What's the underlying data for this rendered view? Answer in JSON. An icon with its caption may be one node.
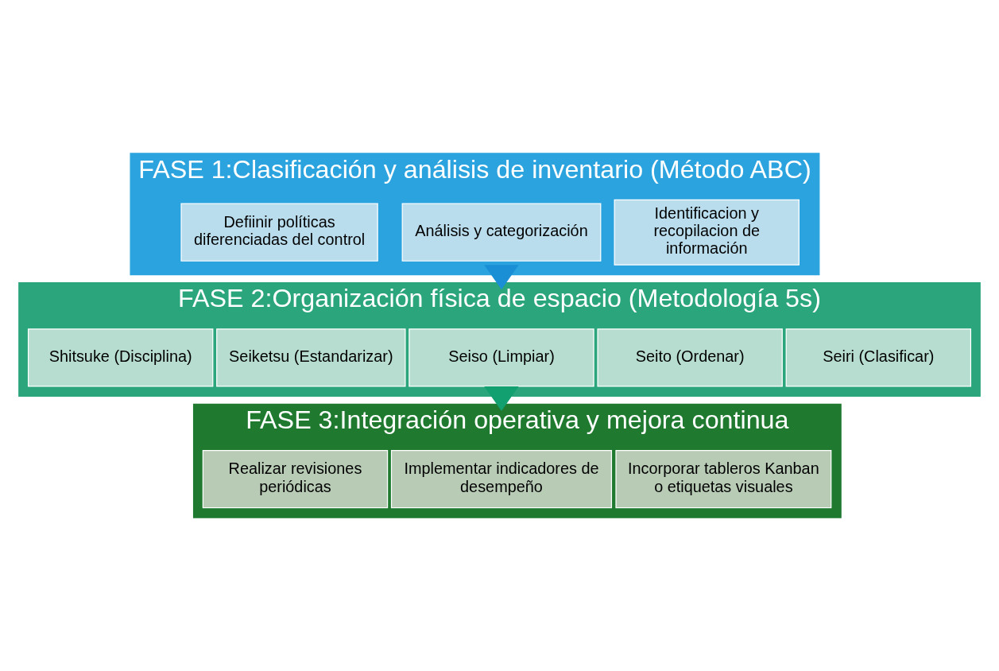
{
  "diagram": {
    "nodes": [
      {
        "text": [
          "FASE 1:Clasificación y análisis de inventario (Método ABC)"
        ]
      },
      {
        "text": [
          "Identificacion y recopilacion de información"
        ],
        "in": 0
      },
      {
        "text": [
          "Análisis y categorización"
        ],
        "in": 0
      },
      {
        "text": [
          "Defiinir políticas diferenciadas del control"
        ],
        "in": 0
      },
      {
        "text": [
          "FASE 2:Organización física de espacio (Metodología 5s)"
        ]
      },
      {
        "text": [
          "Seiri (Clasificar)"
        ],
        "in": 4
      },
      {
        "text": [
          "Seito (Ordenar)"
        ],
        "in": 4
      },
      {
        "text": [
          "Seiso (Limpiar)"
        ],
        "in": 4
      },
      {
        "text": [
          "Seiketsu (Estandarizar)"
        ],
        "in": 4
      },
      {
        "text": [
          "Shitsuke (Disciplina)"
        ],
        "in": 4
      },
      {
        "text": [
          "FASE 3:Integración operativa y mejora continua"
        ]
      },
      {
        "text": [
          "Incorporar tableros Kanban o etiquetas visuales"
        ],
        "in": 10
      },
      {
        "text": [
          "Implementar indicadores de desempeño"
        ],
        "in": 10
      },
      {
        "text": [
          "Realizar revisiones periódicas"
        ],
        "in": 10
      }
    ],
    "edges": [
      {
        "from": 0,
        "to": 4,
        "arrow": "to",
        "style": "thick",
        "color": "#1a8fd6"
      },
      {
        "from": 4,
        "to": 10,
        "arrow": "to",
        "style": "thick",
        "color": "#12a070"
      }
    ]
  }
}
